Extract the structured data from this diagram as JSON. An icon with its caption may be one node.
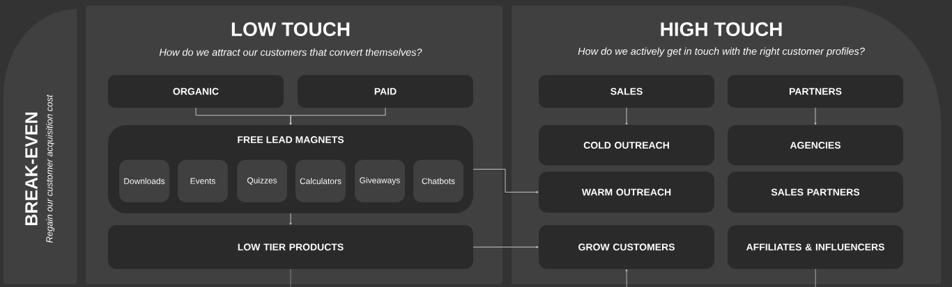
{
  "diagram": {
    "nodes": [
      {
        "text": [
          "BREAK-EVEN",
          "Regain our customer acquisition cost"
        ]
      },
      {
        "text": [
          "LOW TOUCH",
          "How do we attract our customers that convert themselves?"
        ]
      },
      {
        "text": [
          "ORGANIC"
        ],
        "in": 1
      },
      {
        "text": [
          "PAID"
        ],
        "in": 1
      },
      {
        "text": [
          "FREE LEAD MAGNETS"
        ],
        "in": 1
      },
      {
        "text": [
          "Downloads"
        ],
        "in": 4
      },
      {
        "text": [
          "Events"
        ],
        "in": 4
      },
      {
        "text": [
          "Quizzes"
        ],
        "in": 4
      },
      {
        "text": [
          "Calculators"
        ],
        "in": 4
      },
      {
        "text": [
          "Giveaways"
        ],
        "in": 4
      },
      {
        "text": [
          "Chatbots"
        ],
        "in": 4
      },
      {
        "text": [
          "LOW TIER PRODUCTS"
        ],
        "in": 1
      },
      {
        "text": [
          "HIGH TOUCH",
          "How do we actively get in touch with the right customer profiles?"
        ]
      },
      {
        "text": [
          "SALES"
        ],
        "in": 12
      },
      {
        "text": [
          "PARTNERS"
        ],
        "in": 12
      },
      {
        "text": [
          "COLD OUTREACH"
        ],
        "in": 12
      },
      {
        "text": [
          "AGENCIES"
        ],
        "in": 12
      },
      {
        "text": [
          "WARM OUTREACH"
        ],
        "in": 12
      },
      {
        "text": [
          "SALES PARTNERS"
        ],
        "in": 12
      },
      {
        "text": [
          "GROW CUSTOMERS"
        ],
        "in": 12
      },
      {
        "text": [
          "AFFILIATES & INFLUENCERS"
        ],
        "in": 12
      }
    ],
    "edges": [
      {
        "from": 2,
        "to": 4,
        "arrow": "to"
      },
      {
        "from": 3,
        "to": 4,
        "arrow": "to"
      },
      {
        "from": 4,
        "to": 11,
        "arrow": "to"
      },
      {
        "from": 4,
        "to": 17,
        "arrow": "to"
      },
      {
        "from": 11,
        "to": 19,
        "arrow": "to"
      },
      {
        "from": 11,
        "to": null,
        "arrow": "none"
      },
      {
        "from": 13,
        "to": 15,
        "arrow": "to"
      },
      {
        "from": 14,
        "to": 16,
        "arrow": "to"
      },
      {
        "from": null,
        "to": 19,
        "arrow": "to"
      },
      {
        "from": 20,
        "to": null,
        "arrow": "none"
      }
    ]
  }
}
